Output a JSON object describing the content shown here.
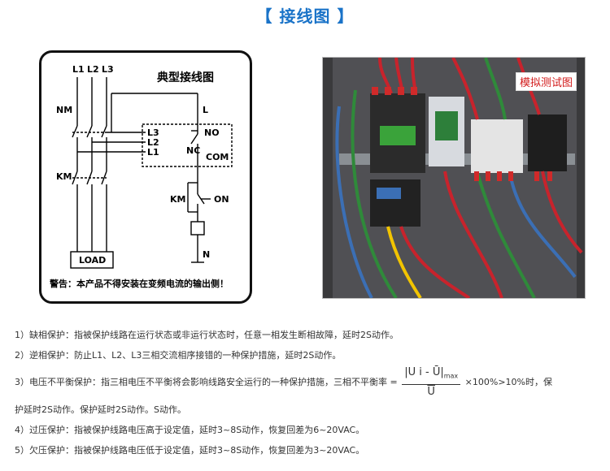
{
  "header": {
    "title": "【 接线图 】"
  },
  "diagram": {
    "title": "典型接线图",
    "labels": {
      "l1": "L1",
      "l2": "L2",
      "l3": "L3",
      "nm": "NM",
      "km": "KM",
      "in_l3": "L3",
      "in_l2": "L2",
      "in_l1": "L1",
      "l": "L",
      "no": "NO",
      "nc": "NC",
      "com": "COM",
      "km_coil": "KM",
      "on": "ON",
      "n": "N",
      "load": "LOAD"
    },
    "warning": "警告：本产品不得安装在变频电流的输出侧！"
  },
  "photo": {
    "label": "模拟测试图"
  },
  "features": [
    "1）缺相保护：指被保护线路在运行状态或非运行状态时，任意一相发生断相故障，延时2S动作。",
    "2）逆相保护：防止L1、L2、L3三相交流相序接错的一种保护措施，延时2S动作。",
    {
      "before": "3）电压不平衡保护：指三相电压不平衡将会影响线路安全运行的一种保护措施，三相不平衡率 =",
      "numerator": "|U i - Ū|",
      "numerator_sub": "max",
      "denominator": "U",
      "after": "×100%>10%时，保",
      "continuation": "护延时2S动作。保护延时2S动作。S动作。"
    },
    "4）过压保护：指被保护线路电压高于设定值，延时3~8S动作，恢复回差为6~20VAC。",
    "5）欠压保护：指被保护线路电压低于设定值，延时3~8S动作，恢复回差为3~20VAC。"
  ],
  "colors": {
    "title_blue": "#1a73c8",
    "label_red": "#d21a1a"
  }
}
